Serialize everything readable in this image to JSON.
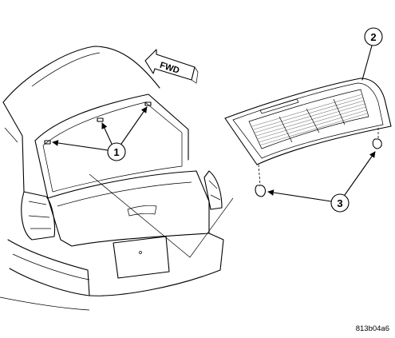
{
  "callouts": [
    {
      "id": "callout-1",
      "label": "1"
    },
    {
      "id": "callout-2",
      "label": "2"
    },
    {
      "id": "callout-3",
      "label": "3"
    }
  ],
  "direction_label": "FWD",
  "figure_id": "813b04a6",
  "colors": {
    "line": "#000000",
    "background": "#ffffff",
    "glass_hatch": "#777777"
  }
}
